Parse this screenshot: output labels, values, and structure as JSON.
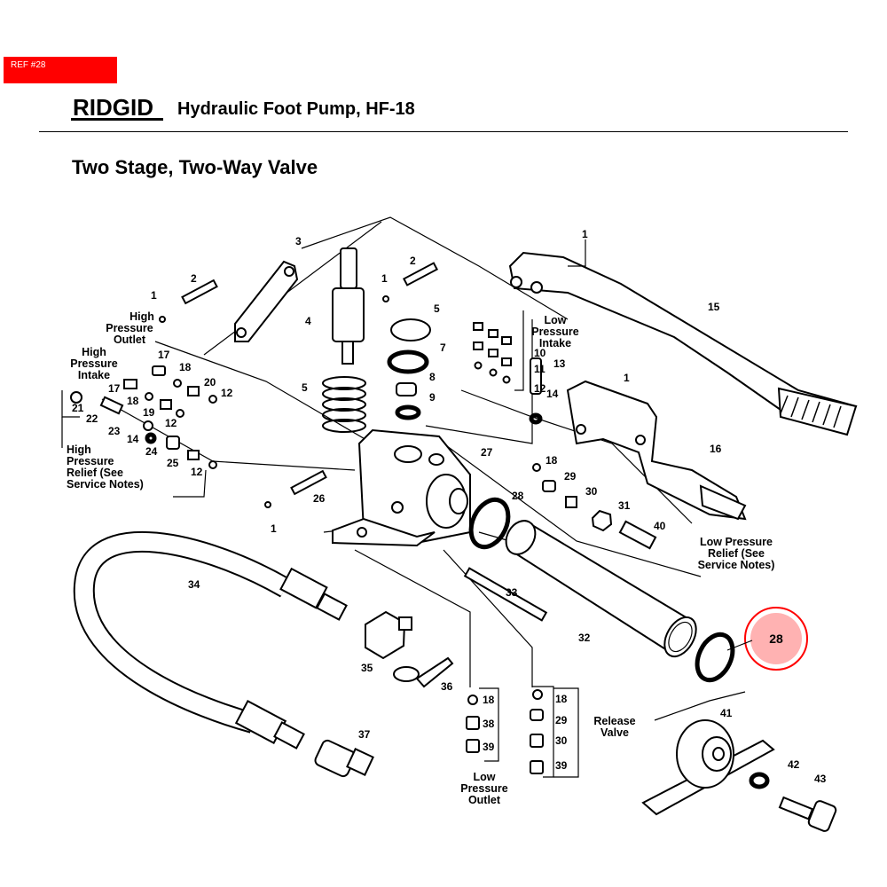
{
  "header": {
    "ref_badge": "REF #28",
    "logo": "RIDGID",
    "title": "Hydraulic Foot Pump, HF-18",
    "subtitle": "Two Stage, Two-Way Valve"
  },
  "highlight": {
    "part": "28",
    "color": "#ff0000"
  },
  "group_labels": {
    "high_pressure_outlet": [
      "High",
      "Pressure",
      "Outlet"
    ],
    "high_pressure_intake": [
      "High",
      "Pressure",
      "Intake"
    ],
    "high_pressure_relief": [
      "High",
      "Pressure",
      "Relief (See",
      "Service Notes)"
    ],
    "low_pressure_intake": [
      "Low",
      "Pressure",
      "Intake"
    ],
    "low_pressure_relief": [
      "Low Pressure",
      "Relief (See",
      "Service Notes)"
    ],
    "low_pressure_outlet": [
      "Low",
      "Pressure",
      "Outlet"
    ],
    "release_valve": [
      "Release",
      "Valve"
    ]
  },
  "part_numbers": {
    "p3": "3",
    "p2a": "2",
    "p1a": "1",
    "p4": "4",
    "p1b": "1",
    "p2b": "2",
    "p5a": "5",
    "p7": "7",
    "p8": "8",
    "p9": "9",
    "p5b": "5",
    "p1c": "1",
    "p15": "15",
    "p10": "10",
    "p11": "11",
    "p12a": "12",
    "p13": "13",
    "p14a": "14",
    "p1d": "1",
    "p16": "16",
    "p17a": "17",
    "p18a": "18",
    "p20": "20",
    "p12b": "12",
    "p17b": "17",
    "p18b": "18",
    "p19": "19",
    "p12c": "12",
    "p21": "21",
    "p22": "22",
    "p23": "23",
    "p14b": "14",
    "p24": "24",
    "p25": "25",
    "p12d": "12",
    "p26": "26",
    "p1e": "1",
    "p27": "27",
    "p18c": "18",
    "p29a": "29",
    "p30a": "30",
    "p31": "31",
    "p40": "40",
    "p28a": "28",
    "p33": "33",
    "p32": "32",
    "p34": "34",
    "p35": "35",
    "p36": "36",
    "p37": "37",
    "p18d": "18",
    "p38": "38",
    "p39a": "39",
    "p18e": "18",
    "p29b": "29",
    "p30b": "30",
    "p39b": "39",
    "p41": "41",
    "p42": "42",
    "p43": "43",
    "p28b": "28"
  }
}
